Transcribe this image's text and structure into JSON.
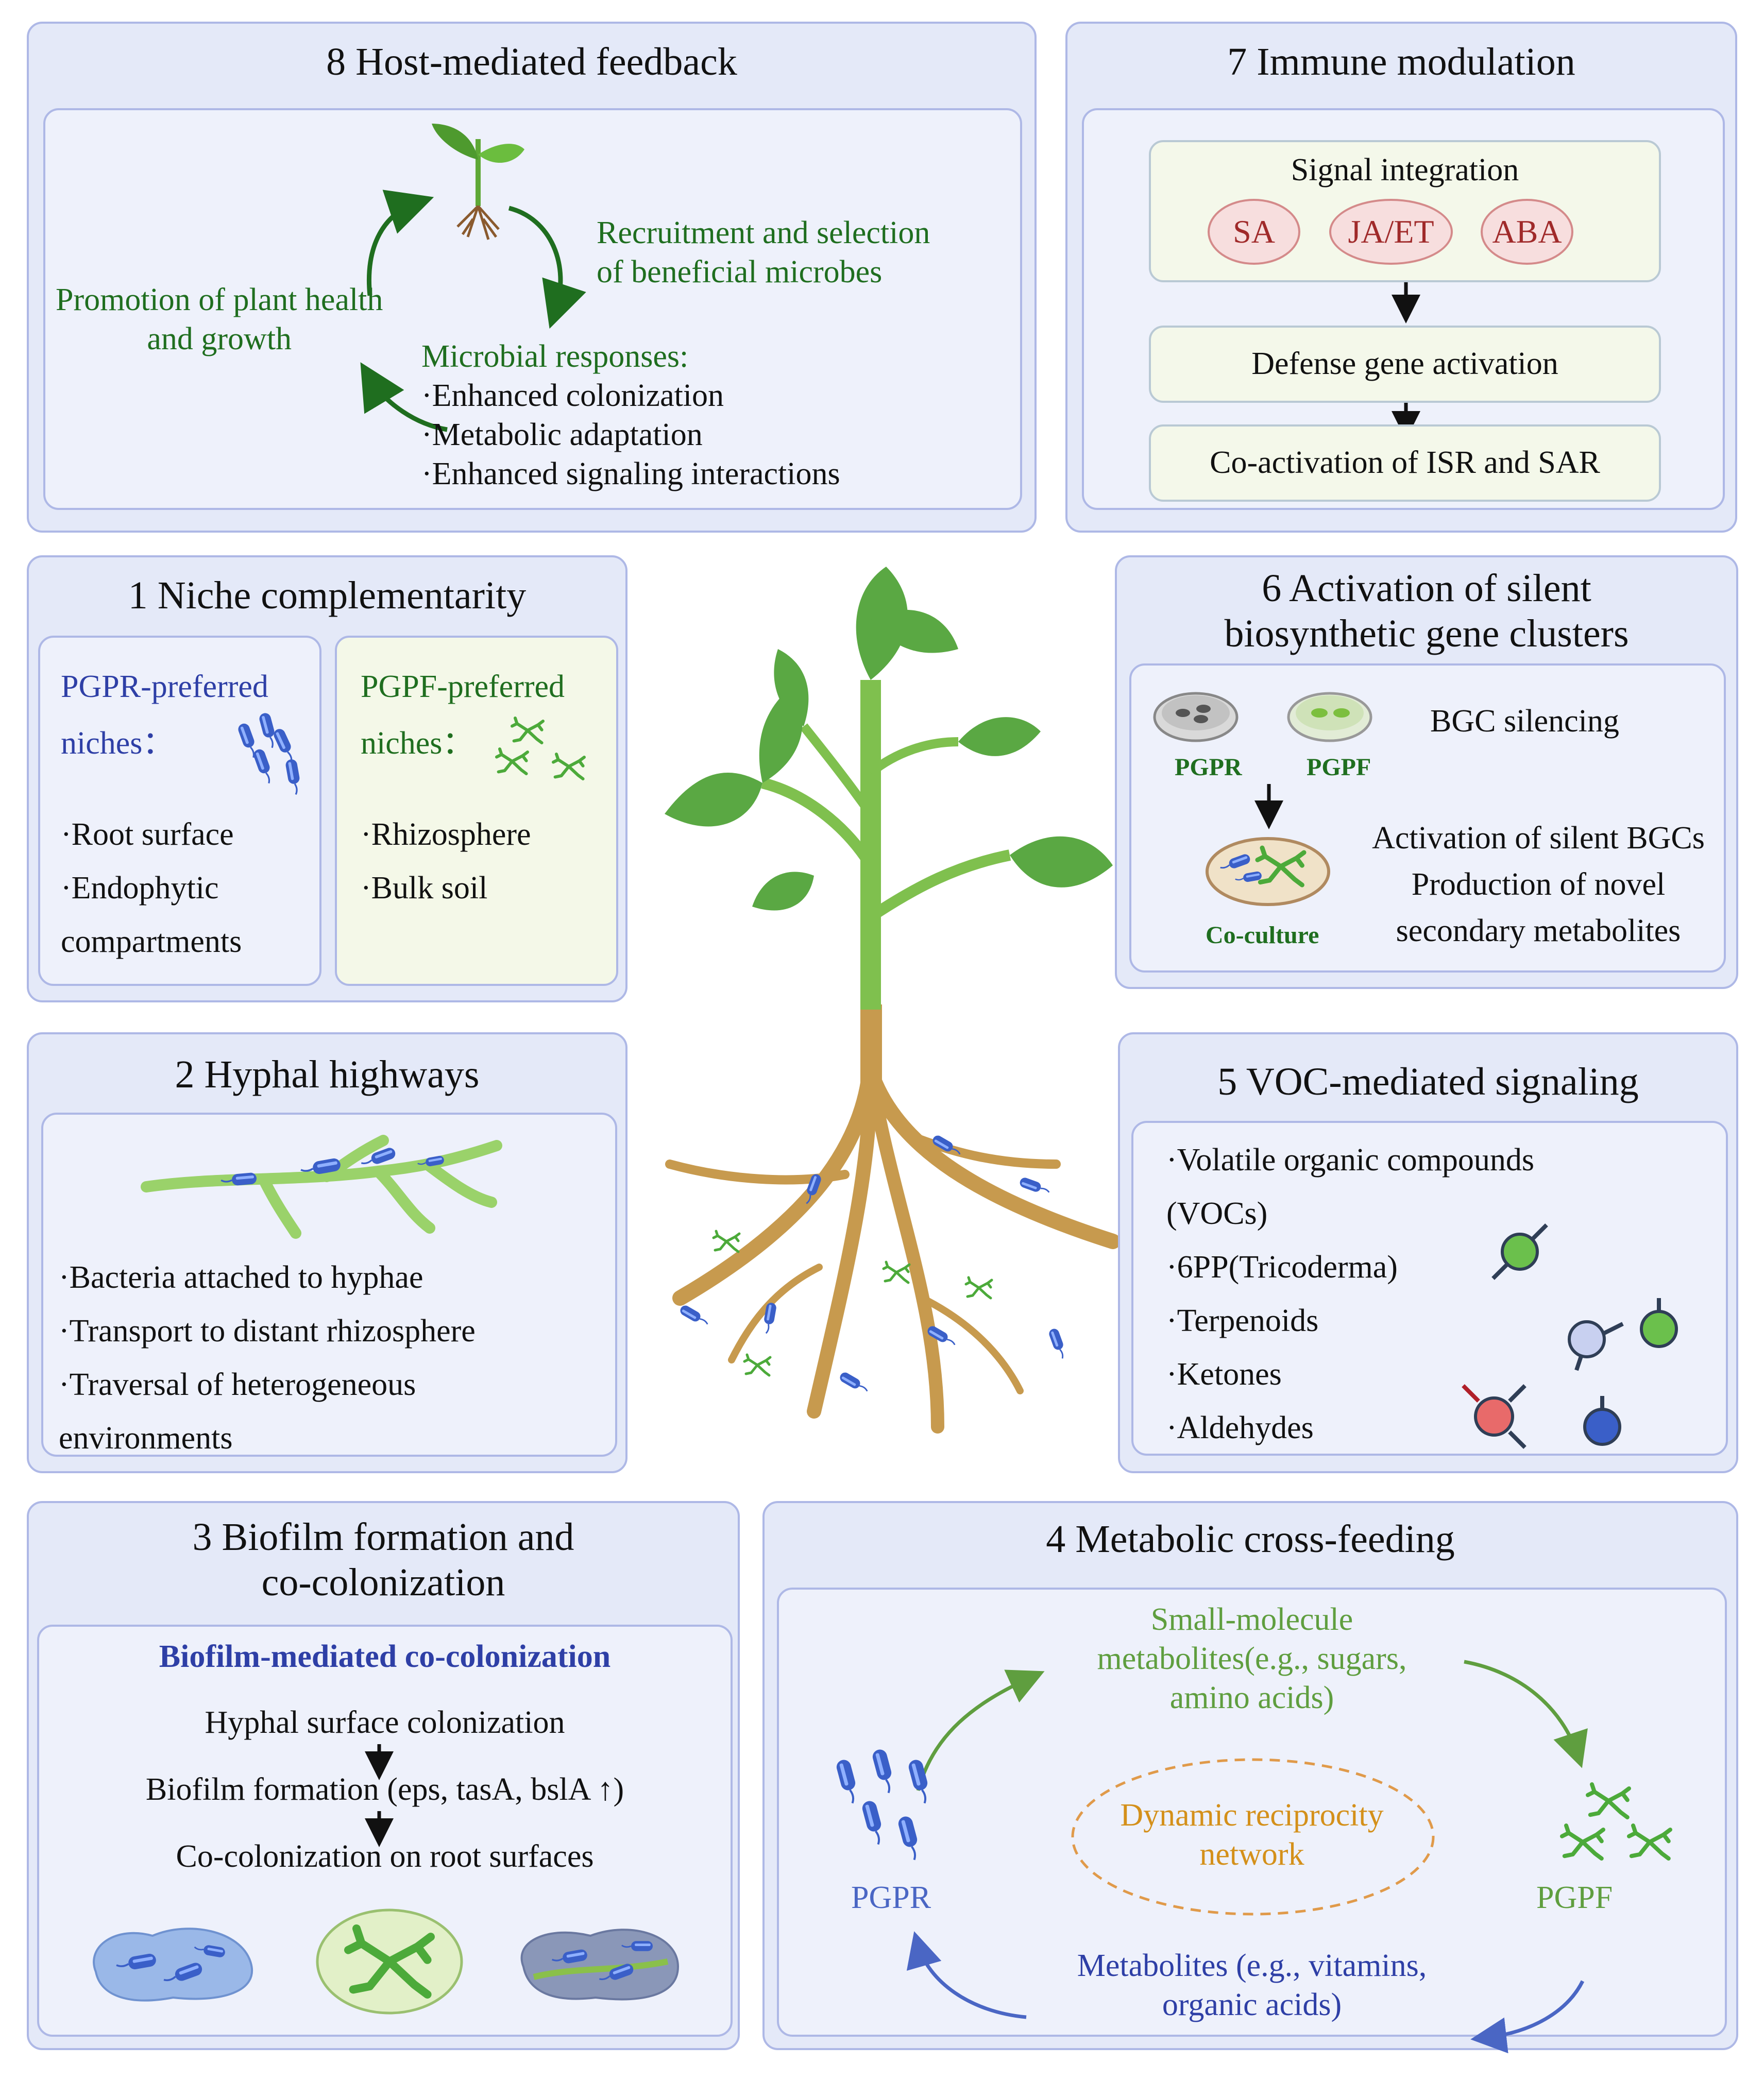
{
  "p8": {
    "title": "8 Host-mediated feedback",
    "recruit": [
      "Recruitment and selection",
      "of beneficial microbes"
    ],
    "promotion": [
      "Promotion of plant health",
      "and growth"
    ],
    "responses_head": "Microbial responses:",
    "responses": [
      "·Enhanced colonization",
      "·Metabolic adaptation",
      "·Enhanced signaling interactions"
    ]
  },
  "p7": {
    "title": "7 Immune modulation",
    "signal": "Signal integration",
    "hormones": [
      "SA",
      "JA/ET",
      "ABA"
    ],
    "defense": "Defense gene activation",
    "coact": "Co-activation of ISR and SAR"
  },
  "p1": {
    "title": "1 Niche complementarity",
    "pgpr_head": [
      "PGPR-preferred",
      "niches："
    ],
    "pgpr_items": [
      "·Root surface",
      "·Endophytic",
      "compartments"
    ],
    "pgpf_head": [
      "PGPF-preferred",
      "niches："
    ],
    "pgpf_items": [
      "·Rhizosphere",
      "·Bulk soil"
    ]
  },
  "p6": {
    "title": [
      "6 Activation of silent",
      "biosynthetic gene clusters"
    ],
    "dish1": "PGPR",
    "dish2": "PGPF",
    "dish3": "Co-culture",
    "silencing": "BGC silencing",
    "activation": [
      "Activation of silent BGCs",
      "Production of novel",
      "secondary metabolites"
    ]
  },
  "p2": {
    "title": "2 Hyphal highways",
    "items": [
      "·Bacteria attached to hyphae",
      "·Transport to distant rhizosphere",
      "·Traversal of heterogeneous",
      "environments"
    ]
  },
  "p5": {
    "title": "5 VOC-mediated signaling",
    "items": [
      "·Volatile organic compounds",
      "(VOCs)",
      "·6PP(Tricoderma)",
      "·Terpenoids",
      "·Ketones",
      "·Aldehydes"
    ]
  },
  "p3": {
    "title": [
      "3 Biofilm formation and",
      "co-colonization"
    ],
    "sub": "Biofilm-mediated co-colonization",
    "steps": [
      "Hyphal surface colonization",
      "Biofilm formation (eps, tasA, bslA ↑)",
      "Co-colonization on root surfaces"
    ]
  },
  "p4": {
    "title": "4 Metabolic cross-feeding",
    "small": [
      "Small-molecule",
      "metabolites(e.g., sugars,",
      "amino acids)"
    ],
    "center": [
      "Dynamic reciprocity",
      "network"
    ],
    "pgpr": "PGPR",
    "pgpf": "PGPF",
    "metab": [
      "Metabolites (e.g., vitamins,",
      "organic acids)"
    ]
  },
  "colors": {
    "panel_fill": "#e4e9f8",
    "panel_border": "#aeb8e6",
    "green_text": "#1f6e1f",
    "blue_text": "#2e3fa6",
    "bacteria": "#3a5fc8",
    "fungi": "#4caa3a",
    "hormone_fill": "#f7dede"
  },
  "icons": [
    "seedling-icon",
    "bacteria-icon",
    "fungi-icon",
    "petri-dish-icon",
    "molecule-icon",
    "plant-illustration",
    "hypha-icon",
    "biofilm-icon"
  ]
}
